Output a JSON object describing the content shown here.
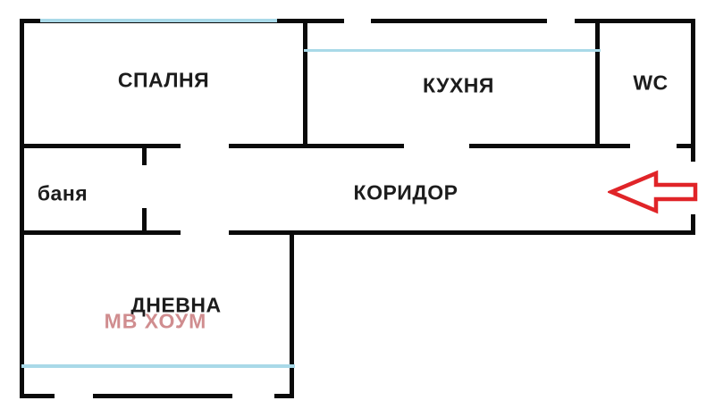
{
  "floorplan": {
    "rooms": {
      "bedroom": {
        "label": "СПАЛНЯ"
      },
      "kitchen": {
        "label": "КУХНЯ"
      },
      "wc": {
        "label": "WC"
      },
      "bathroom": {
        "label": "баня"
      },
      "corridor": {
        "label": "КОРИДОР"
      },
      "living": {
        "label": "ДНЕВНА"
      }
    },
    "watermark": {
      "text": "МВ ХОУМ",
      "color": "#d08d8f"
    },
    "icons": {
      "entrance": "entrance-arrow-icon"
    },
    "colors": {
      "wall": "#0a0a0a",
      "window": "#a9d9e8",
      "arrow": "#e02428",
      "label": "#1c1c1c",
      "background": "#ffffff"
    }
  }
}
